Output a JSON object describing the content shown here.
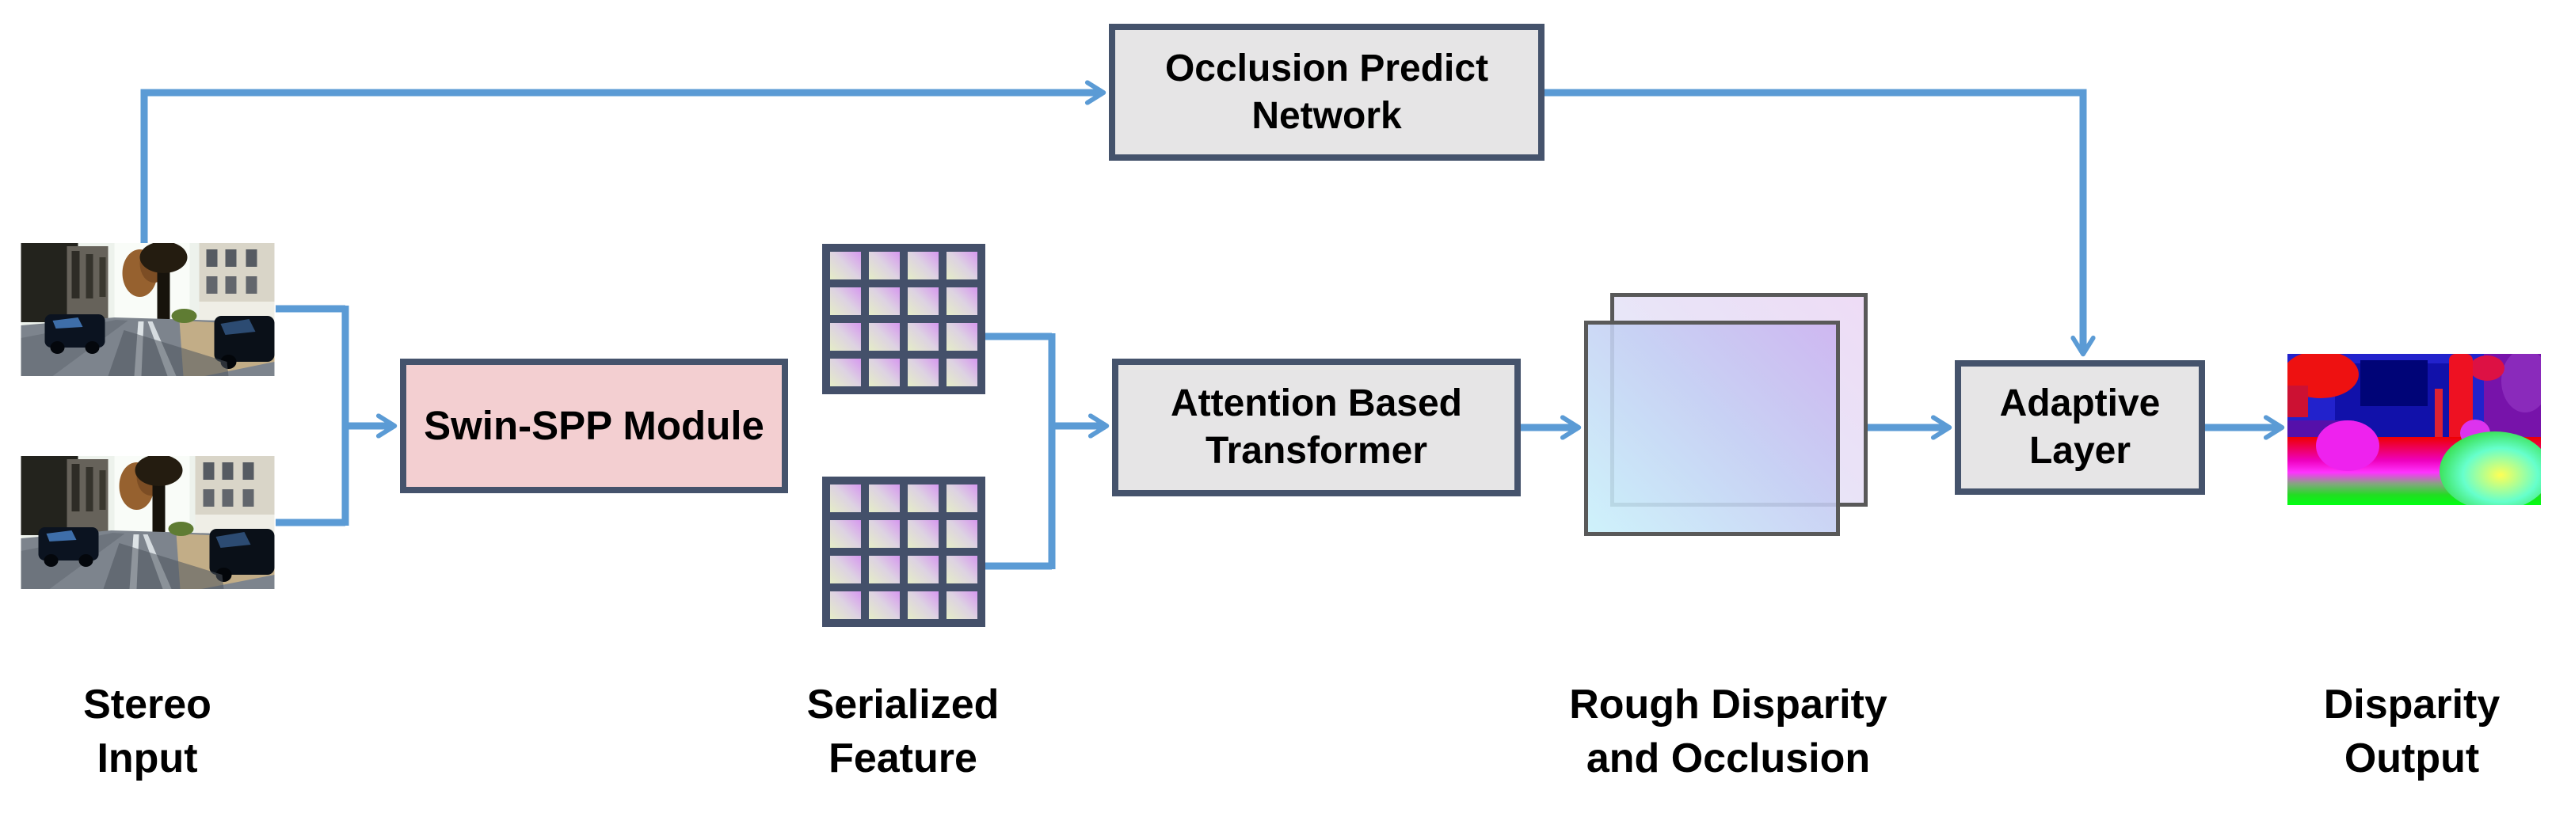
{
  "colors": {
    "arrow": "#5b9bd5",
    "box_border": "#45536c",
    "box_fill": "#e6e5e6",
    "swin_fill": "#f3cfd1",
    "grid_border": "#44506a",
    "rect_border": "#595959"
  },
  "boxes": {
    "occlusion_predict": {
      "lines": [
        "Occlusion Predict",
        "Network"
      ]
    },
    "swin_spp": {
      "lines": [
        "Swin-SPP Module"
      ]
    },
    "attention_transformer": {
      "lines": [
        "Attention Based",
        "Transformer"
      ]
    },
    "adaptive_layer": {
      "lines": [
        "Adaptive",
        "Layer"
      ]
    }
  },
  "captions": {
    "stereo_input": {
      "lines": [
        "Stereo",
        "Input"
      ]
    },
    "serialized_feature": {
      "lines": [
        "Serialized",
        "Feature"
      ]
    },
    "rough_disparity": {
      "lines": [
        "Rough Disparity",
        "and Occlusion"
      ]
    },
    "disparity_output": {
      "lines": [
        "Disparity",
        "Output"
      ]
    }
  },
  "serialized_feature_grid": {
    "grid_count": 2,
    "rows": 4,
    "cols": 4
  }
}
